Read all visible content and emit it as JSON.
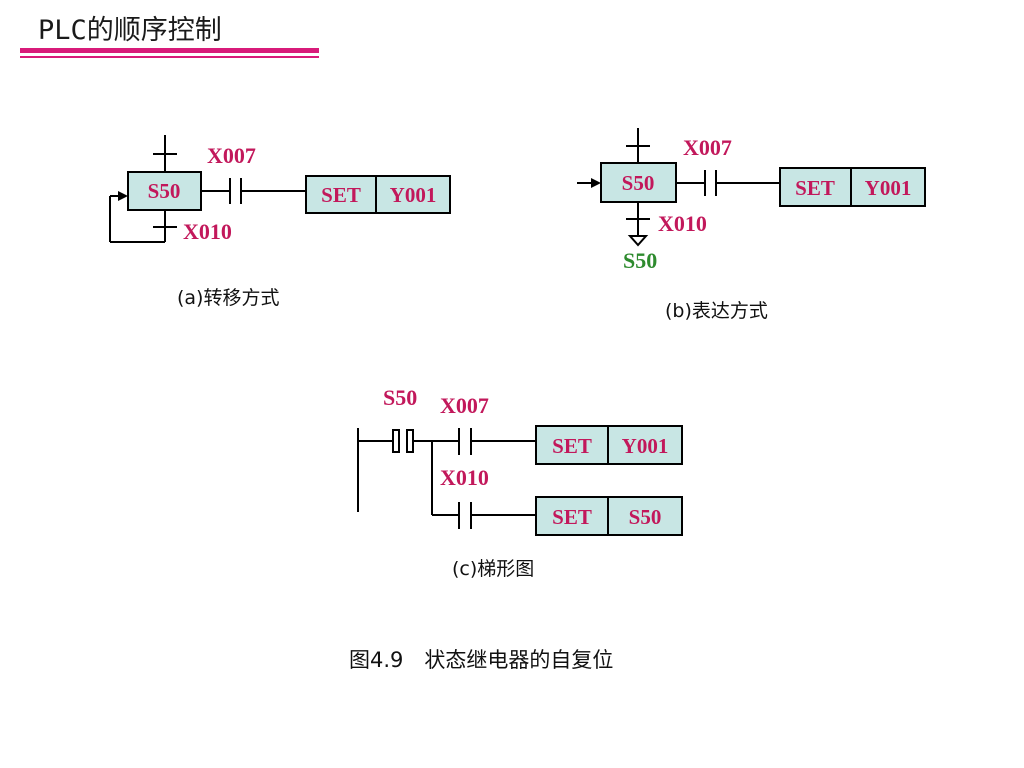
{
  "header": {
    "title": "PLC的顺序控制"
  },
  "diagram_a": {
    "step": "S50",
    "contact_top": "X007",
    "contact_bottom": "X010",
    "set_label": "SET",
    "output": "Y001",
    "caption": "(a)转移方式"
  },
  "diagram_b": {
    "step": "S50",
    "contact_top": "X007",
    "contact_bottom": "X010",
    "target_step": "S50",
    "set_label": "SET",
    "output": "Y001",
    "caption": "(b)表达方式"
  },
  "diagram_c": {
    "step_contact": "S50",
    "contact_top": "X007",
    "contact_bottom": "X010",
    "row1_set": "SET",
    "row1_output": "Y001",
    "row2_set": "SET",
    "row2_output": "S50",
    "caption": "(c)梯形图"
  },
  "figure_caption": "图4.9　状态继电器的自复位",
  "colors": {
    "accent": "#d81b7a",
    "label": "#c2185b",
    "green": "#2e8b2e",
    "box_fill": "#c8e6e4"
  }
}
